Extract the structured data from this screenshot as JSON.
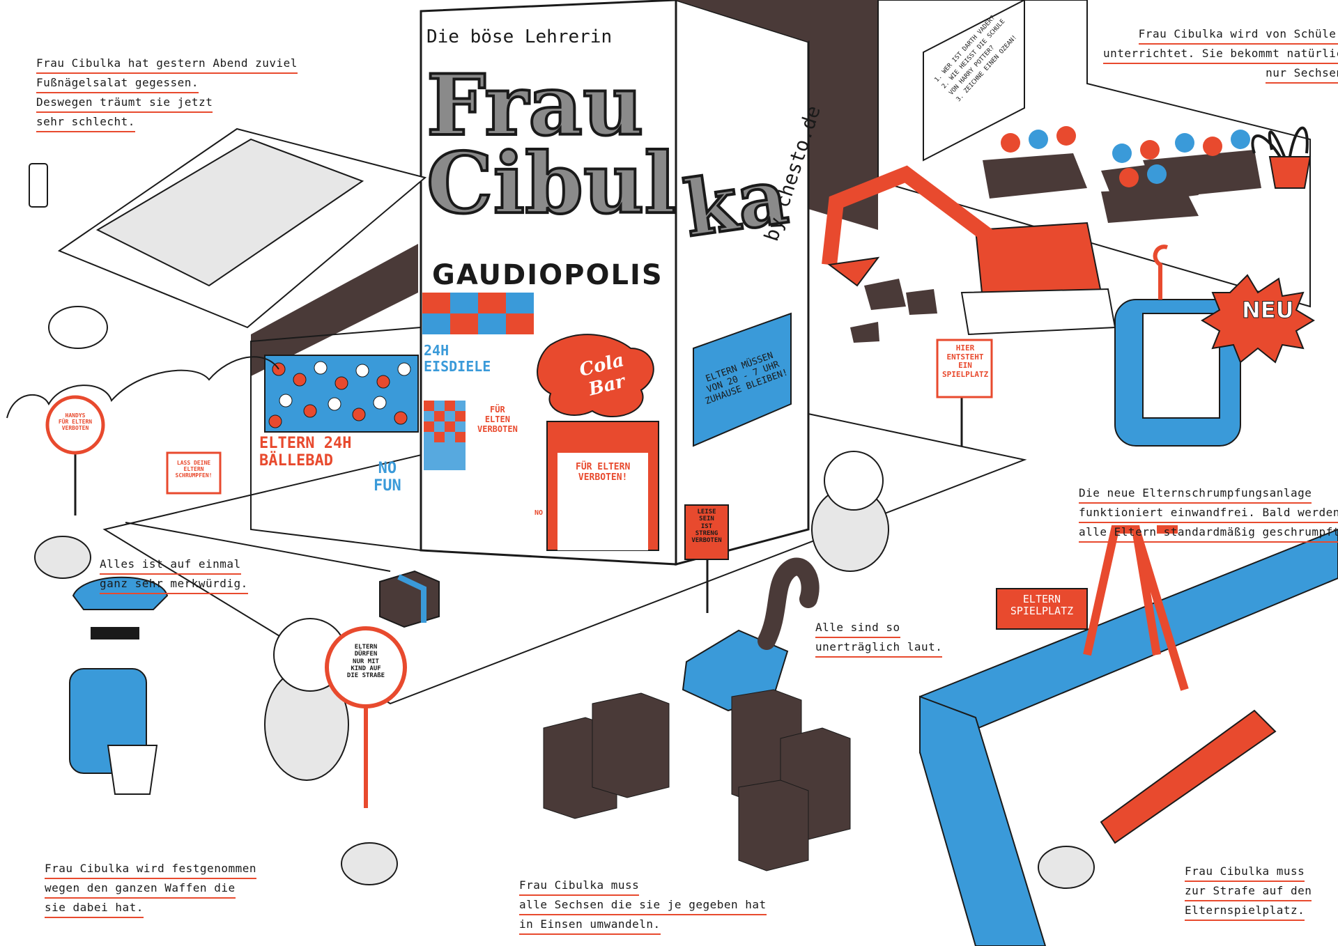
{
  "title": {
    "subtitle": "Die böse Lehrerin",
    "name_line1": "Frau",
    "name_line2": "Cibul",
    "name_line3": "ka",
    "city": "GAUDIOPOLIS",
    "byline": "by chesto.de"
  },
  "captions": {
    "dream": [
      "Frau Cibulka hat gestern Abend zuviel",
      "Fußnägelsalat gegessen.",
      "Deswegen träumt sie jetzt",
      "sehr schlecht."
    ],
    "weird": [
      "Alles ist auf einmal",
      "ganz sehr merkwürdig."
    ],
    "arrested": [
      "Frau Cibulka wird festgenommen",
      "wegen den ganzen Waffen die",
      "sie dabei hat."
    ],
    "grades": [
      "Frau Cibulka muss",
      "alle Sechsen die sie je gegeben hat",
      "in Einsen umwandeln."
    ],
    "loud": [
      "Alle sind so",
      "unerträglich laut."
    ],
    "playground": [
      "Frau Cibulka muss",
      "zur Strafe auf den",
      "Elternspielplatz."
    ],
    "shrink": [
      "Die neue Elternschrumpfungsanlage",
      "funktioniert einwandfrei. Bald werden",
      "alle Eltern standardmäßig geschrumpft."
    ],
    "taught": [
      "Frau Cibulka wird von Schülern",
      "unterrichtet. Sie bekommt natürlich",
      "nur Sechsen."
    ]
  },
  "signs": {
    "ballpit": [
      "ELTERN 24H",
      "BÄLLEBAD"
    ],
    "nofun": [
      "NO",
      "FUN"
    ],
    "eisdiele": [
      "24H",
      "EISDIELE"
    ],
    "colabar": [
      "Cola",
      "Bar"
    ],
    "elten_verboten": [
      "FÜR",
      "ELTEN",
      "VERBOTEN"
    ],
    "eltern_verboten": [
      "FÜR ELTERN",
      "VERBOTEN!"
    ],
    "curfew": [
      "ELTERN MÜSSEN",
      "VON 20 - 7 UHR",
      "ZUHAUSE BLEIBEN!"
    ],
    "spielplatz_here": [
      "HIER",
      "ENTSTEHT",
      "EIN",
      "SPIELPLATZ"
    ],
    "handys": [
      "HANDYS",
      "FÜR ELTERN",
      "VERBOTEN"
    ],
    "shrink_sign": [
      "LASS DEINE",
      "ELTERN",
      "SCHRUMPFEN!"
    ],
    "leise": [
      "LEISE",
      "SEIN",
      "IST",
      "STRENG",
      "VERBOTEN"
    ],
    "strasse": [
      "ELTERN",
      "DÜRFEN",
      "NUR MIT",
      "KIND AUF",
      "DIE STRAßE"
    ],
    "elternspielplatz": [
      "ELTERN",
      "SPIELPLATZ"
    ],
    "neu": "NEU",
    "no_badge": "NO"
  },
  "blackboard": [
    "1. WER IST DARTH VADER?",
    "2. WIE HEISST DIE SCHULE",
    "VON HARRY POTTER?",
    "3. ZEICHNE EINEN OZEAN!"
  ],
  "colors": {
    "red": "#e84a2e",
    "blue": "#3a9ad9",
    "dark": "#4a3a38",
    "ink": "#1a1a1a",
    "gray": "#8a8a8a"
  }
}
